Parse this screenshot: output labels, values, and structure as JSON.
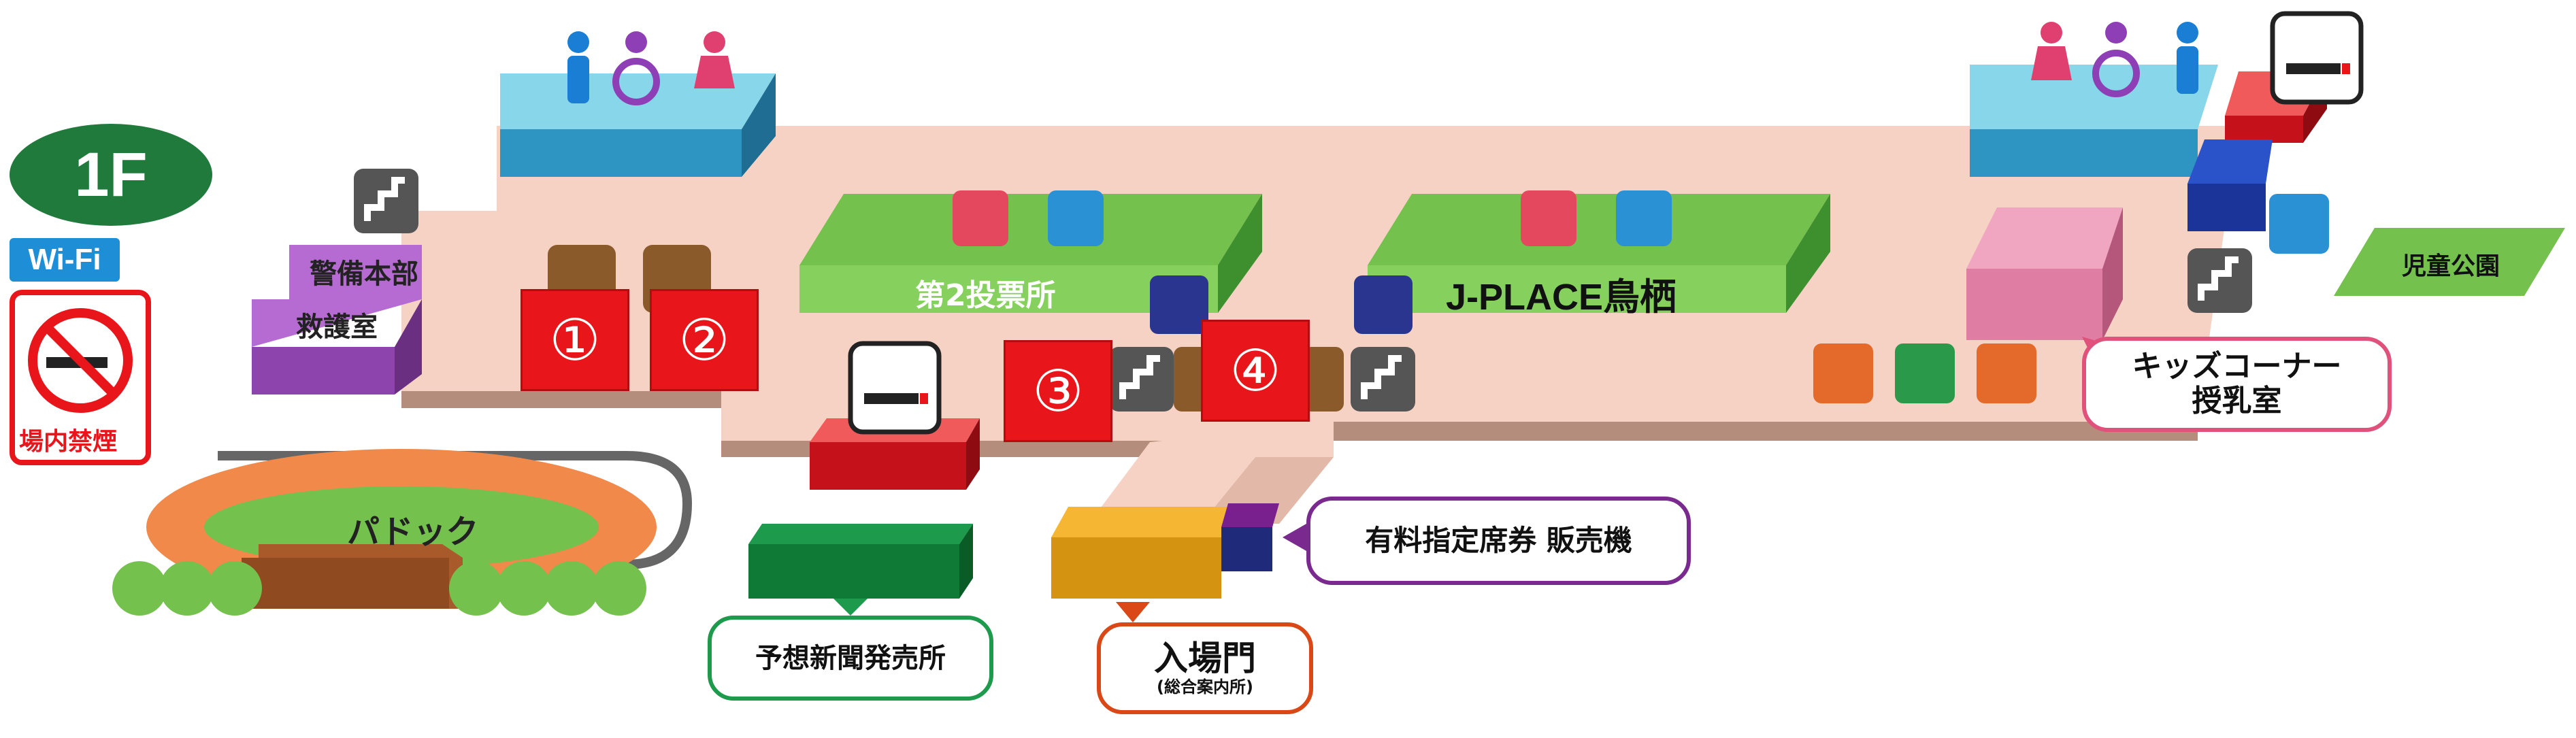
{
  "floor": {
    "label": "1F"
  },
  "wifi": {
    "label": "Wi-Fi"
  },
  "no_smoking": {
    "label": "場内禁煙"
  },
  "areas": {
    "keibi": "警備本部",
    "kyugo": "救護室",
    "paddock": "パドック",
    "betting2": "第2投票所",
    "jplace": "J-PLACE鳥栖",
    "yoso": "予想新聞発売所",
    "entrance": "入場門",
    "entrance_sub": "(総合案内所)",
    "ticket_machine": "有料指定席券 販売機",
    "kids_line1": "キッズコーナー",
    "kids_line2": "授乳室",
    "park": "児童公園"
  },
  "markers": [
    "①",
    "②",
    "③",
    "④"
  ],
  "colors": {
    "floor": "#f6d2c4",
    "floor_edge": "#b58d7c",
    "green": "#74c14e",
    "red": "#e8161b",
    "restroom": "#88d6ea",
    "purple": "#8e44ad"
  }
}
